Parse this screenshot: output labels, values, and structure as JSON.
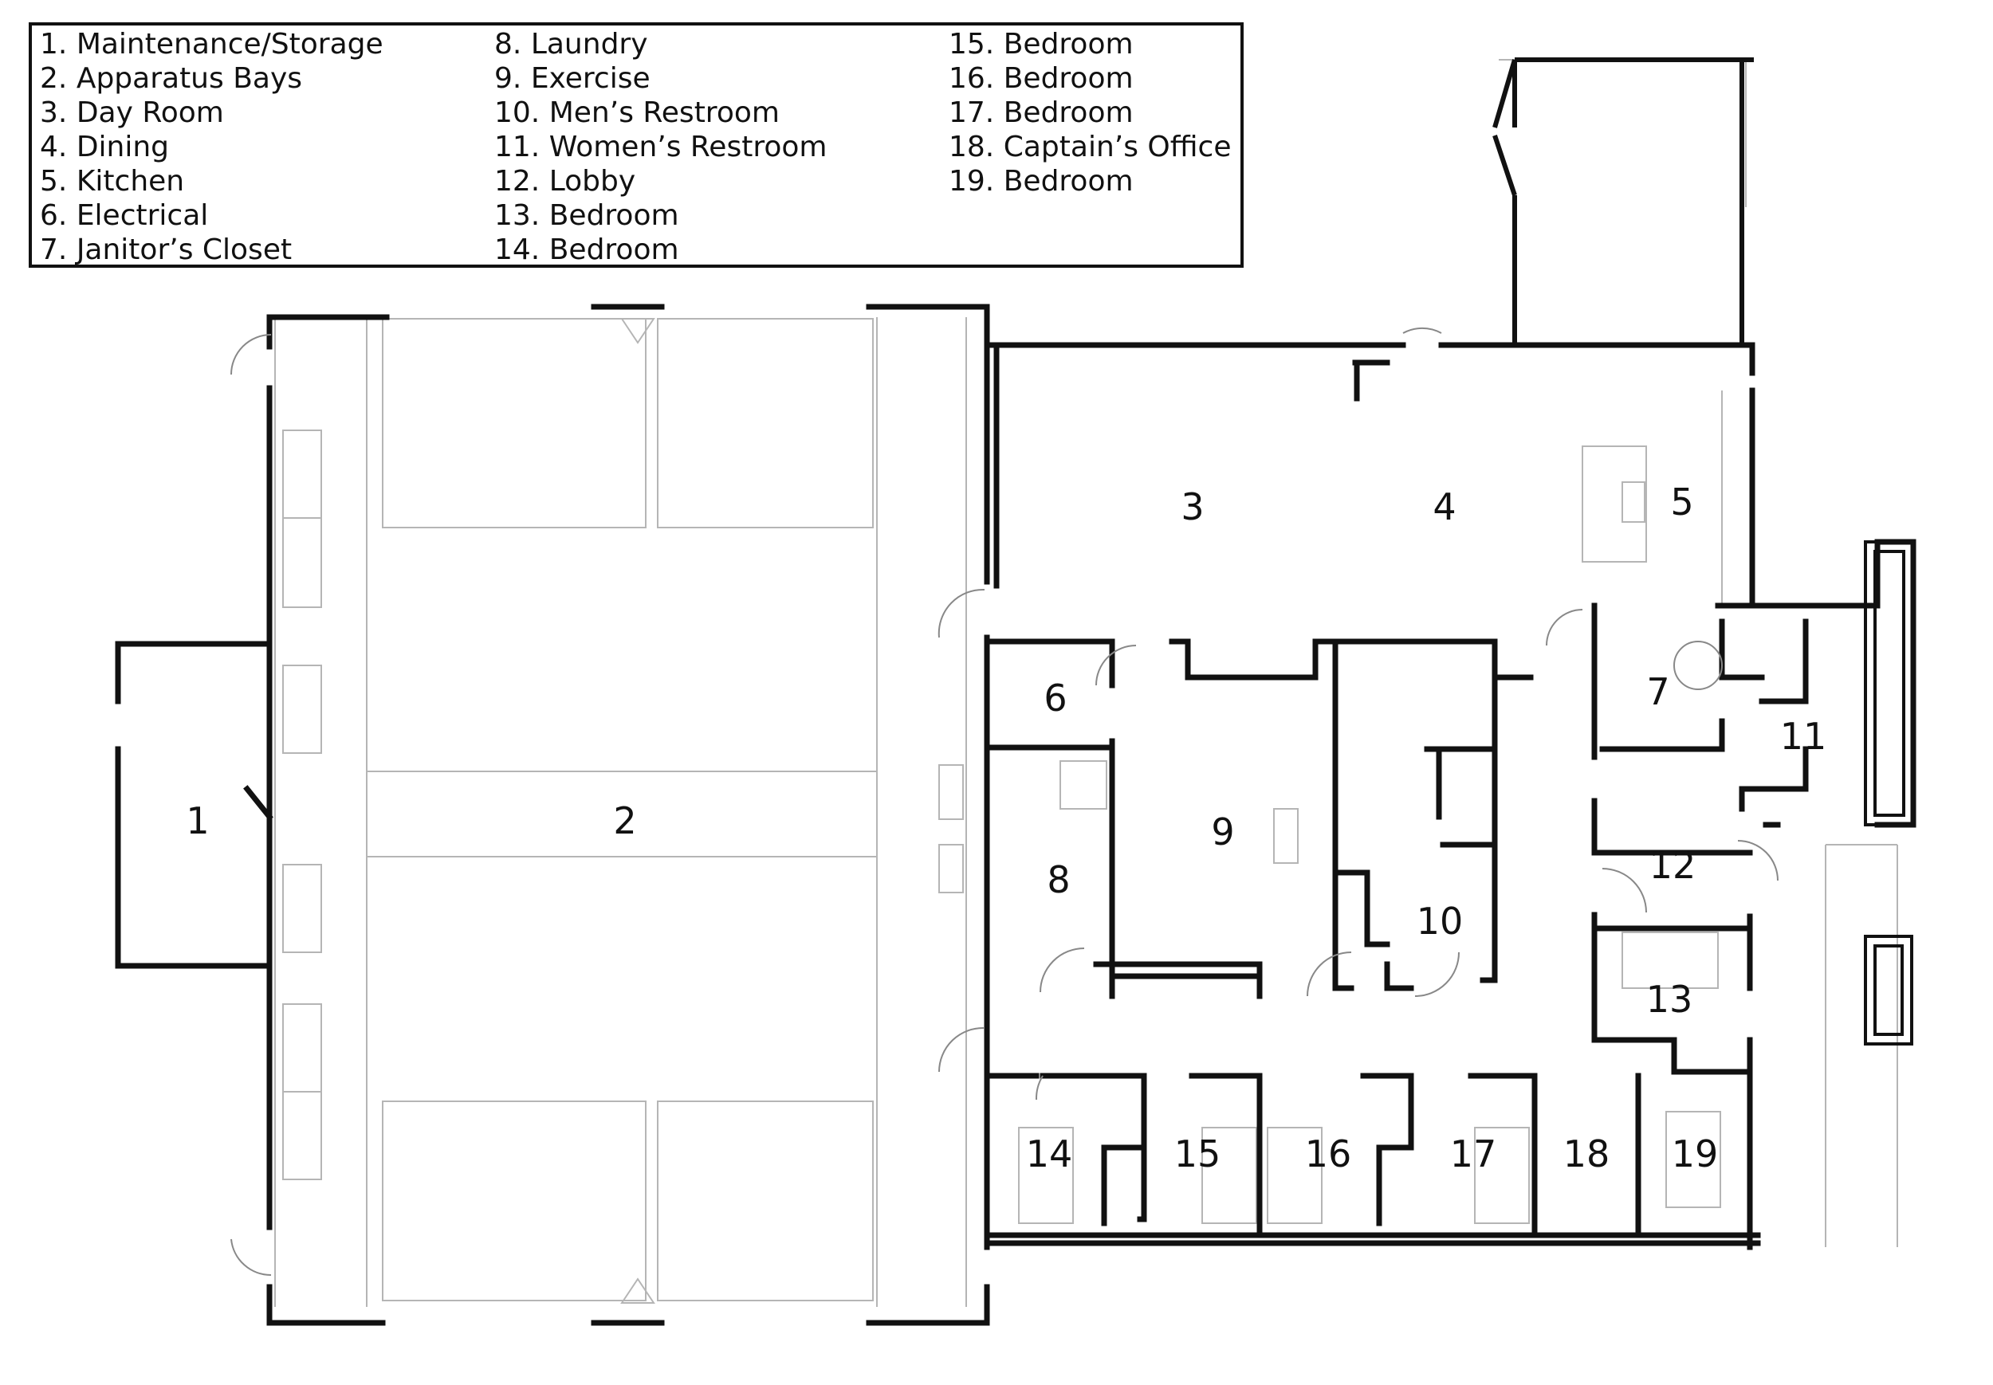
{
  "legend": {
    "col1": [
      {
        "num": "1.",
        "name": "Maintenance/Storage"
      },
      {
        "num": "2.",
        "name": "Apparatus Bays"
      },
      {
        "num": "3.",
        "name": "Day Room"
      },
      {
        "num": "4.",
        "name": "Dining"
      },
      {
        "num": "5.",
        "name": "Kitchen"
      },
      {
        "num": "6.",
        "name": "Electrical"
      },
      {
        "num": "7.",
        "name": "Janitor’s Closet"
      }
    ],
    "col2": [
      {
        "num": "8.",
        "name": "Laundry"
      },
      {
        "num": "9.",
        "name": "Exercise"
      },
      {
        "num": "10.",
        "name": "Men’s Restroom"
      },
      {
        "num": "11.",
        "name": "Women’s Restroom"
      },
      {
        "num": "12.",
        "name": "Lobby"
      },
      {
        "num": "13.",
        "name": "Bedroom"
      },
      {
        "num": "14.",
        "name": "Bedroom"
      }
    ],
    "col3": [
      {
        "num": "15.",
        "name": "Bedroom"
      },
      {
        "num": "16.",
        "name": "Bedroom"
      },
      {
        "num": "17.",
        "name": "Bedroom"
      },
      {
        "num": "18.",
        "name": "Captain’s Office"
      },
      {
        "num": "19.",
        "name": "Bedroom"
      }
    ]
  },
  "rooms": {
    "r1": "1",
    "r2": "2",
    "r3": "3",
    "r4": "4",
    "r5": "5",
    "r6": "6",
    "r7": "7",
    "r8": "8",
    "r9": "9",
    "r10": "10",
    "r11": "11",
    "r12": "12",
    "r13": "13",
    "r14": "14",
    "r15": "15",
    "r16": "16",
    "r17": "17",
    "r18": "18",
    "r19": "19"
  },
  "colors": {
    "wall": "#111111",
    "fixture": "#888888",
    "thin": "#b5b5b5"
  }
}
